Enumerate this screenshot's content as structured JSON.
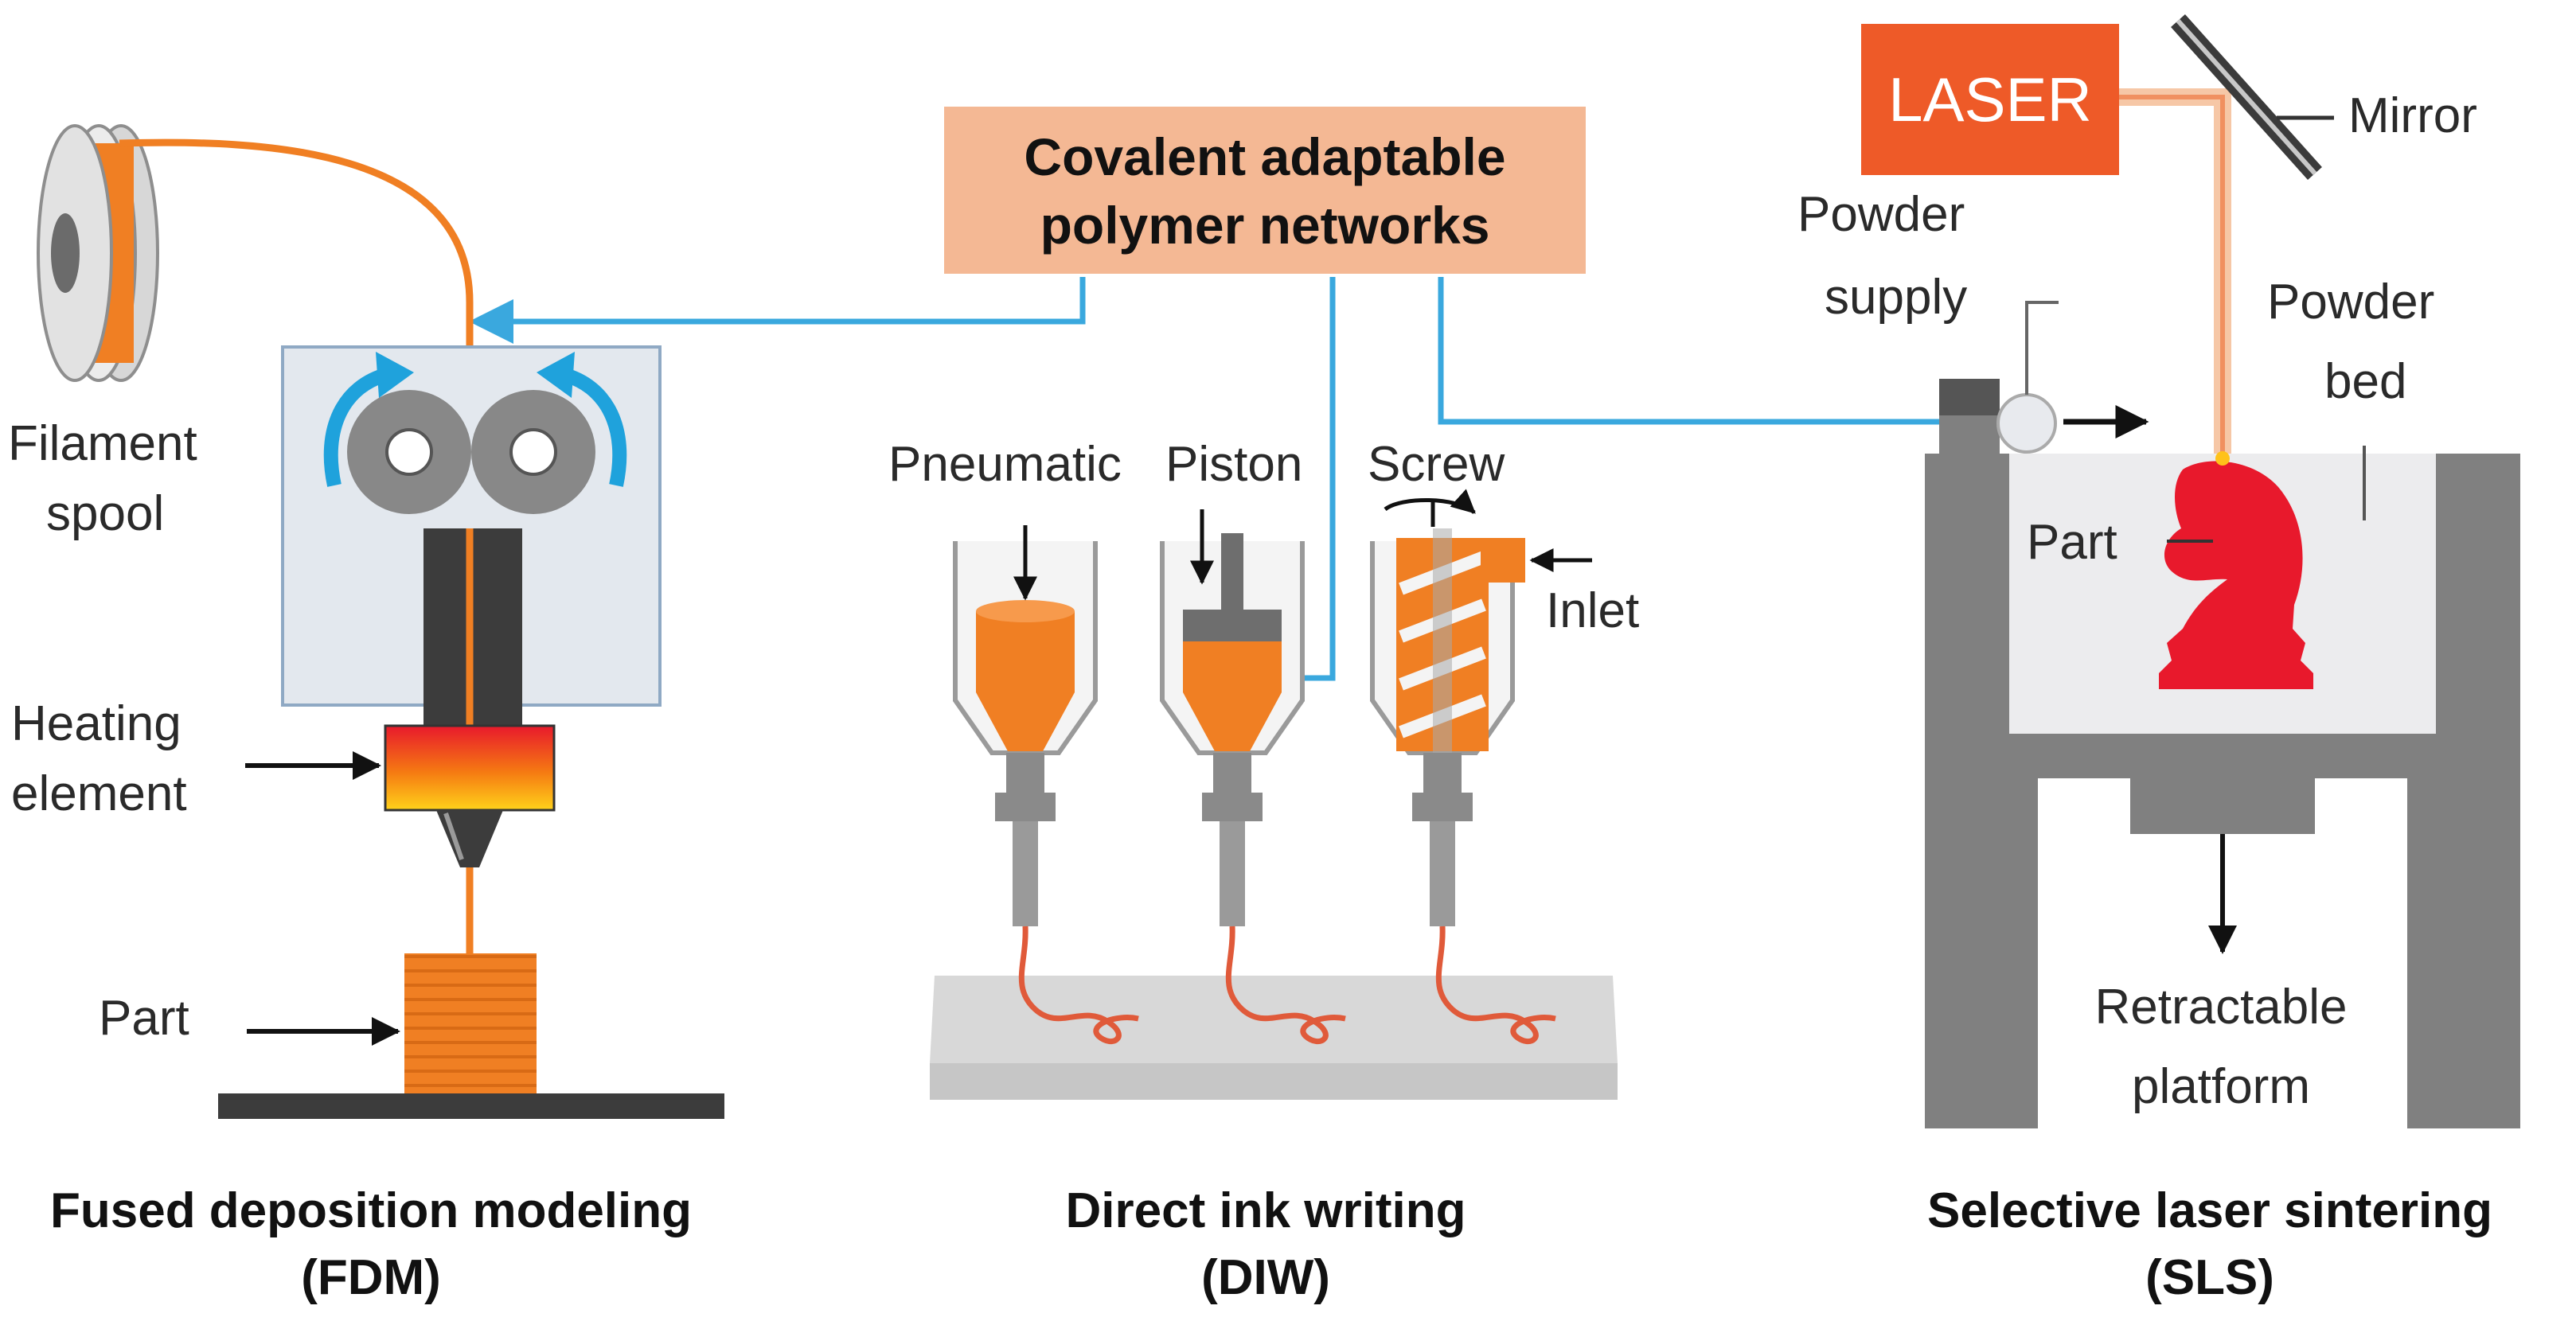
{
  "header": {
    "line1": "Covalent adaptable",
    "line2": "polymer networks"
  },
  "fdm": {
    "filament_label_1": "Filament",
    "filament_label_2": "spool",
    "heating_label_1": "Heating",
    "heating_label_2": "element",
    "part_label": "Part",
    "caption_1": "Fused deposition modeling",
    "caption_2": "(FDM)"
  },
  "diw": {
    "pneumatic_label": "Pneumatic",
    "piston_label": "Piston",
    "screw_label": "Screw",
    "inlet_label": "Inlet",
    "caption_1": "Direct ink writing",
    "caption_2": "(DIW)"
  },
  "sls": {
    "laser_label": "LASER",
    "mirror_label": "Mirror",
    "powder_supply_1": "Powder",
    "powder_supply_2": "supply",
    "powder_bed_1": "Powder",
    "powder_bed_2": "bed",
    "part_label": "Part",
    "platform_1": "Retractable",
    "platform_2": "platform",
    "caption_1": "Selective laser sintering",
    "caption_2": "(SLS)"
  },
  "colors": {
    "orange": "#f07f23",
    "blue_arrow": "#3aa8de",
    "header_box": "#f4b894",
    "laser_box": "#ee5a28",
    "part_red": "#e8192c",
    "machine_gray": "#808080",
    "panel_light": "#ececee"
  }
}
